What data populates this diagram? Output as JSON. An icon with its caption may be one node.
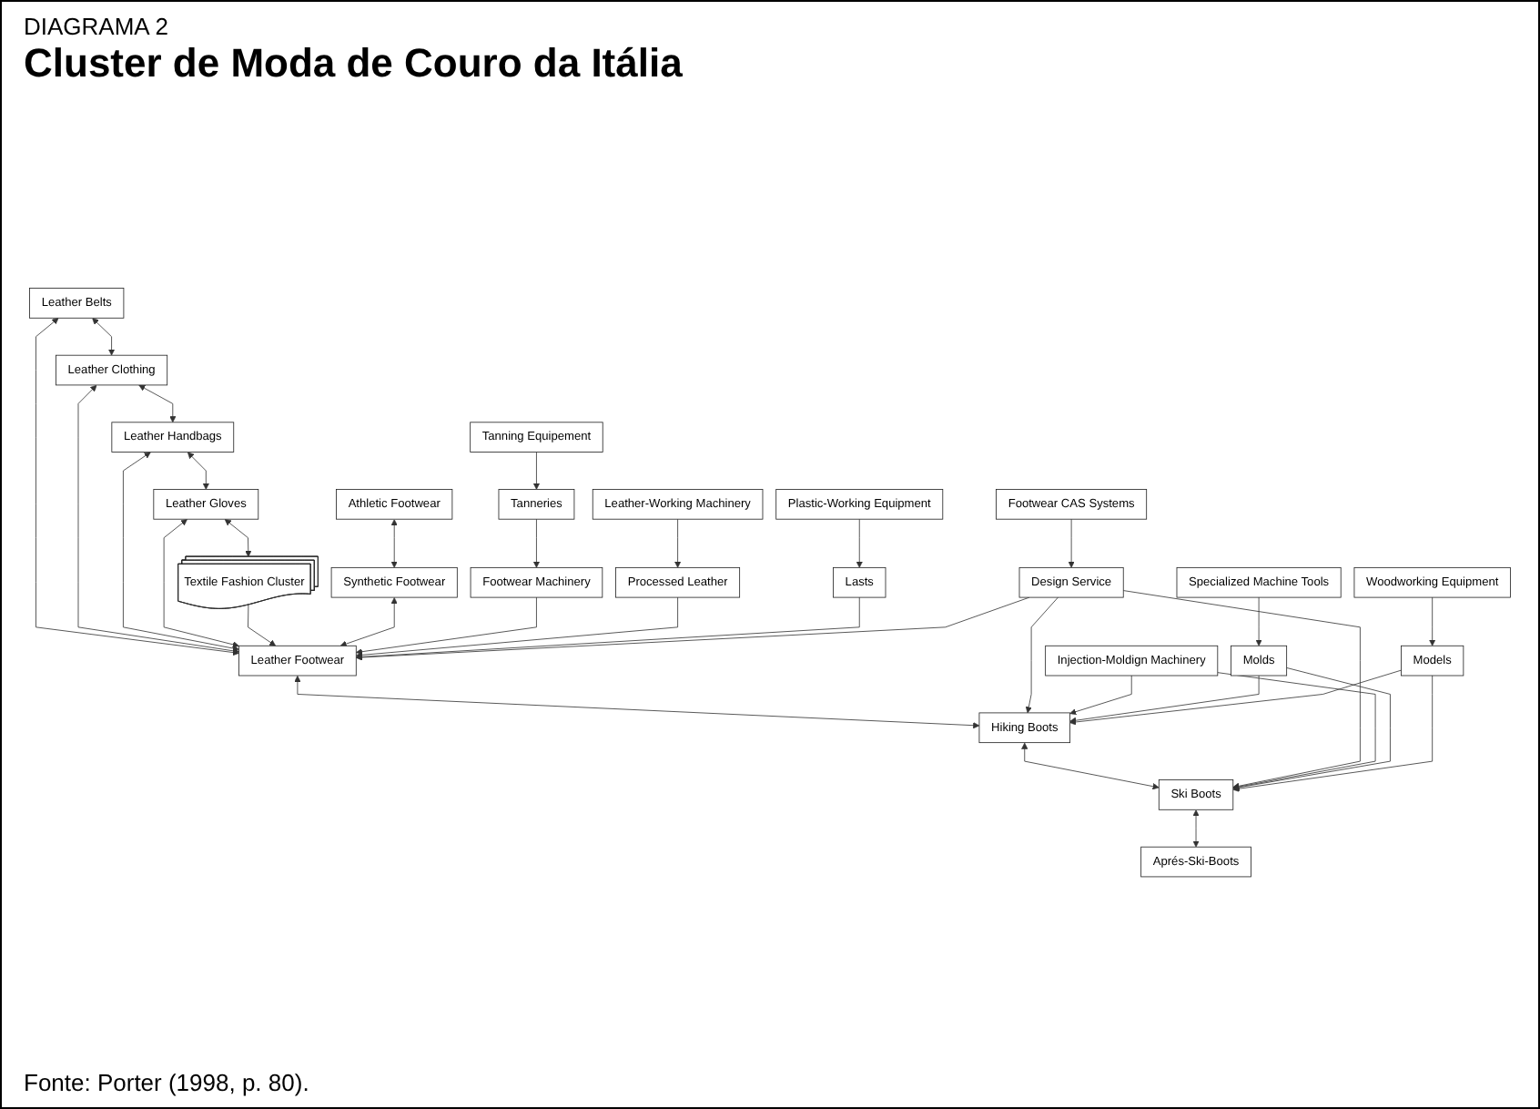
{
  "diagram": {
    "title": "Cluster de Moda de Couro da Itália",
    "caption": "Fonte: Porter (1998, p. 80).",
    "labels": [
      "DIAGRAMA 2"
    ],
    "nodes": [
      {
        "text": [
          "Leather Belts"
        ]
      },
      {
        "text": [
          "Leather Clothing"
        ]
      },
      {
        "text": [
          "Leather Handbags"
        ]
      },
      {
        "text": [
          "Leather Gloves"
        ]
      },
      {
        "text": [
          "Textile Fashion Cluster"
        ]
      },
      {
        "text": [
          "Athletic Footwear"
        ]
      },
      {
        "text": [
          "Synthetic Footwear"
        ]
      },
      {
        "text": [
          "Leather Footwear"
        ]
      },
      {
        "text": [
          "Hiking Boots"
        ]
      },
      {
        "text": [
          "Ski Boots"
        ]
      },
      {
        "text": [
          "Aprés-Ski-Boots"
        ]
      },
      {
        "text": [
          "Footwear Machinery"
        ]
      },
      {
        "text": [
          "Processed Leather"
        ]
      },
      {
        "text": [
          "Lasts"
        ]
      },
      {
        "text": [
          "Design Service"
        ]
      },
      {
        "text": [
          "Injection-Moldign Machinery"
        ]
      },
      {
        "text": [
          "Molds"
        ]
      },
      {
        "text": [
          "Models"
        ]
      },
      {
        "text": [
          "Tanning Equipement"
        ]
      },
      {
        "text": [
          "Tanneries"
        ]
      },
      {
        "text": [
          "Leather-Working Machinery"
        ]
      },
      {
        "text": [
          "Plastic-Working Equipment"
        ]
      },
      {
        "text": [
          "Footwear CAS Systems"
        ]
      },
      {
        "text": [
          "Specialized Machine Tools"
        ]
      },
      {
        "text": [
          "Woodworking Equipment"
        ]
      }
    ],
    "edges": [
      {
        "from": 0,
        "to": 1,
        "arrow": "both"
      },
      {
        "from": 1,
        "to": 2,
        "arrow": "both"
      },
      {
        "from": 2,
        "to": 3,
        "arrow": "both"
      },
      {
        "from": 3,
        "to": 4,
        "arrow": "both"
      },
      {
        "from": 0,
        "to": 7,
        "arrow": "both"
      },
      {
        "from": 1,
        "to": 7,
        "arrow": "both"
      },
      {
        "from": 2,
        "to": 7,
        "arrow": "both"
      },
      {
        "from": 3,
        "to": 7,
        "arrow": "both"
      },
      {
        "from": 4,
        "to": 7,
        "arrow": "to"
      },
      {
        "from": 5,
        "to": 6,
        "arrow": "both"
      },
      {
        "from": 6,
        "to": 7,
        "arrow": "both"
      },
      {
        "from": 7,
        "to": 8,
        "arrow": "both"
      },
      {
        "from": 8,
        "to": 9,
        "arrow": "both"
      },
      {
        "from": 9,
        "to": 10,
        "arrow": "both"
      },
      {
        "from": 11,
        "to": 7,
        "arrow": "to"
      },
      {
        "from": 12,
        "to": 7,
        "arrow": "to"
      },
      {
        "from": 13,
        "to": 7,
        "arrow": "to"
      },
      {
        "from": 14,
        "to": 7,
        "arrow": "to"
      },
      {
        "from": 14,
        "to": 8,
        "arrow": "to"
      },
      {
        "from": 15,
        "to": 8,
        "arrow": "to"
      },
      {
        "from": 16,
        "to": 8,
        "arrow": "to"
      },
      {
        "from": 17,
        "to": 8,
        "arrow": "to"
      },
      {
        "from": 14,
        "to": 9,
        "arrow": "to"
      },
      {
        "from": 15,
        "to": 9,
        "arrow": "to"
      },
      {
        "from": 16,
        "to": 9,
        "arrow": "to"
      },
      {
        "from": 17,
        "to": 9,
        "arrow": "to"
      },
      {
        "from": 18,
        "to": 19,
        "arrow": "to"
      },
      {
        "from": 19,
        "to": 11,
        "arrow": "to"
      },
      {
        "from": 20,
        "to": 12,
        "arrow": "to"
      },
      {
        "from": 21,
        "to": 13,
        "arrow": "to"
      },
      {
        "from": 22,
        "to": 14,
        "arrow": "to"
      },
      {
        "from": 23,
        "to": 16,
        "arrow": "to"
      },
      {
        "from": 24,
        "to": 17,
        "arrow": "to"
      }
    ]
  }
}
